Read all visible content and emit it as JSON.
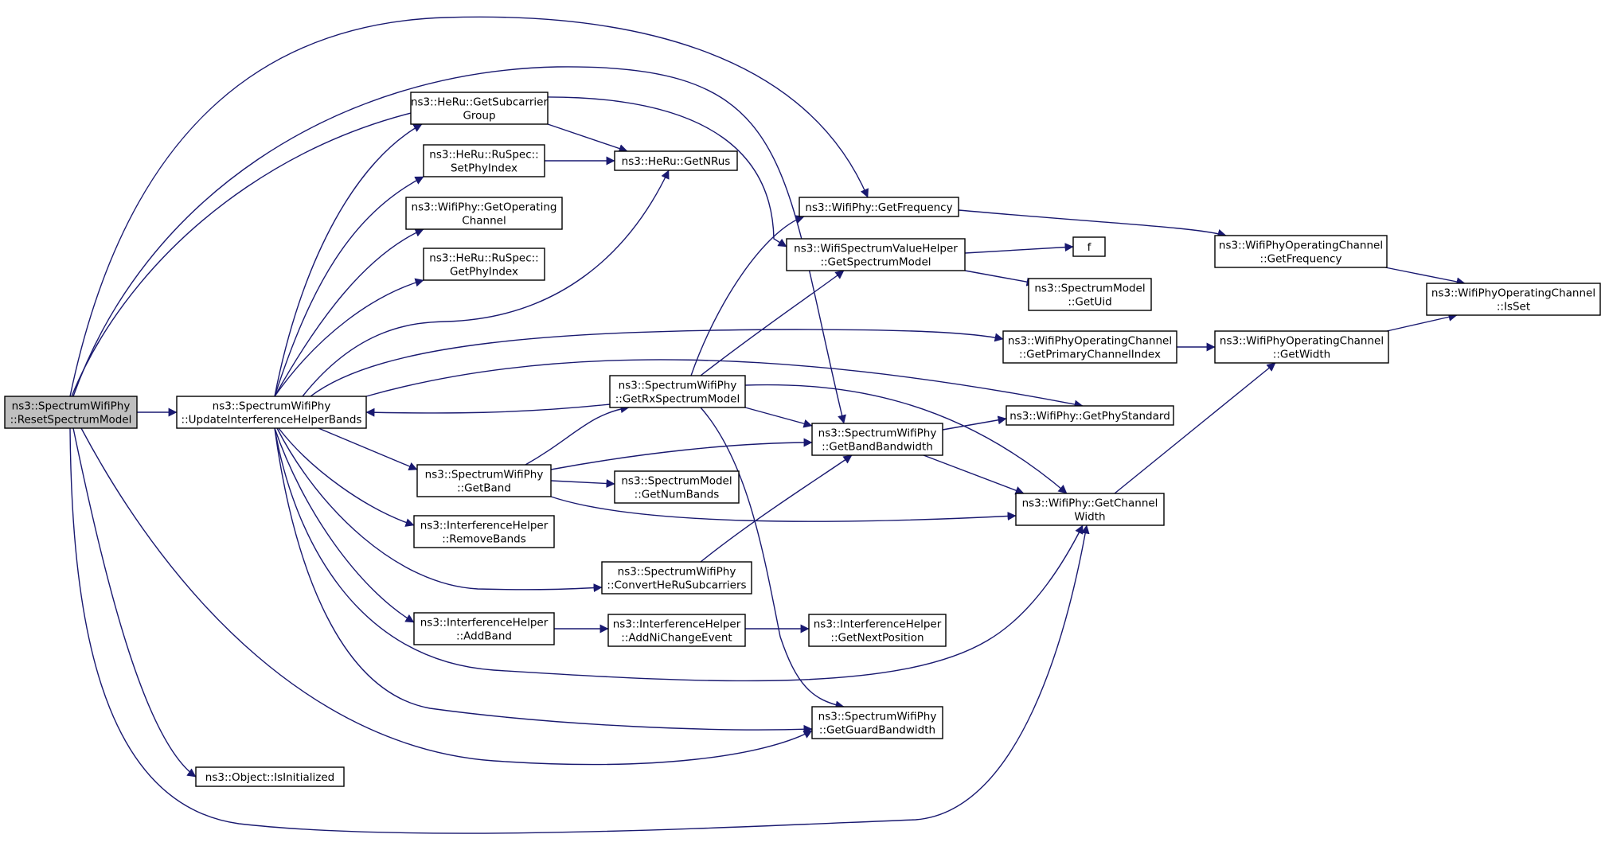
{
  "diagram": {
    "colors": {
      "edge": "#191970",
      "node_fill": "#ffffff",
      "root_fill": "#bfbfbf",
      "node_stroke": "#000000"
    },
    "nodes": [
      {
        "id": "reset",
        "lines": [
          "ns3::SpectrumWifiPhy",
          "::ResetSpectrumModel"
        ],
        "root": true
      },
      {
        "id": "update",
        "lines": [
          "ns3::SpectrumWifiPhy",
          "::UpdateInterferenceHelperBands"
        ]
      },
      {
        "id": "getsubcarrier",
        "lines": [
          "ns3::HeRu::GetSubcarrier",
          "Group"
        ]
      },
      {
        "id": "setphyindex",
        "lines": [
          "ns3::HeRu::RuSpec::",
          "SetPhyIndex"
        ]
      },
      {
        "id": "getnrus",
        "lines": [
          "ns3::HeRu::GetNRus"
        ]
      },
      {
        "id": "getoperating",
        "lines": [
          "ns3::WifiPhy::GetOperating",
          "Channel"
        ]
      },
      {
        "id": "getphyindex",
        "lines": [
          "ns3::HeRu::RuSpec::",
          "GetPhyIndex"
        ]
      },
      {
        "id": "getfrequency",
        "lines": [
          "ns3::WifiPhy::GetFrequency"
        ]
      },
      {
        "id": "getspectrummodel",
        "lines": [
          "ns3::WifiSpectrumValueHelper",
          "::GetSpectrumModel"
        ]
      },
      {
        "id": "f",
        "lines": [
          "f"
        ]
      },
      {
        "id": "getuid",
        "lines": [
          "ns3::SpectrumModel",
          "::GetUid"
        ]
      },
      {
        "id": "opgetfrequency",
        "lines": [
          "ns3::WifiPhyOperatingChannel",
          "::GetFrequency"
        ]
      },
      {
        "id": "isset",
        "lines": [
          "ns3::WifiPhyOperatingChannel",
          "::IsSet"
        ]
      },
      {
        "id": "getprimary",
        "lines": [
          "ns3::WifiPhyOperatingChannel",
          "::GetPrimaryChannelIndex"
        ]
      },
      {
        "id": "opgetwidth",
        "lines": [
          "ns3::WifiPhyOperatingChannel",
          "::GetWidth"
        ]
      },
      {
        "id": "getrx",
        "lines": [
          "ns3::SpectrumWifiPhy",
          "::GetRxSpectrumModel"
        ]
      },
      {
        "id": "getphystandard",
        "lines": [
          "ns3::WifiPhy::GetPhyStandard"
        ]
      },
      {
        "id": "getbandbandwidth",
        "lines": [
          "ns3::SpectrumWifiPhy",
          "::GetBandBandwidth"
        ]
      },
      {
        "id": "getband",
        "lines": [
          "ns3::SpectrumWifiPhy",
          "::GetBand"
        ]
      },
      {
        "id": "getnumbands",
        "lines": [
          "ns3::SpectrumModel",
          "::GetNumBands"
        ]
      },
      {
        "id": "getchannelwidth",
        "lines": [
          "ns3::WifiPhy::GetChannel",
          "Width"
        ]
      },
      {
        "id": "removebands",
        "lines": [
          "ns3::InterferenceHelper",
          "::RemoveBands"
        ]
      },
      {
        "id": "convert",
        "lines": [
          "ns3::SpectrumWifiPhy",
          "::ConvertHeRuSubcarriers"
        ]
      },
      {
        "id": "addband",
        "lines": [
          "ns3::InterferenceHelper",
          "::AddBand"
        ]
      },
      {
        "id": "addni",
        "lines": [
          "ns3::InterferenceHelper",
          "::AddNiChangeEvent"
        ]
      },
      {
        "id": "getnextposition",
        "lines": [
          "ns3::InterferenceHelper",
          "::GetNextPosition"
        ]
      },
      {
        "id": "getguard",
        "lines": [
          "ns3::SpectrumWifiPhy",
          "::GetGuardBandwidth"
        ]
      },
      {
        "id": "isinitialized",
        "lines": [
          "ns3::Object::IsInitialized"
        ]
      }
    ],
    "edges": [
      [
        "reset",
        "update"
      ],
      [
        "reset",
        "getfrequency"
      ],
      [
        "reset",
        "getspectrummodel"
      ],
      [
        "reset",
        "getbandbandwidth"
      ],
      [
        "reset",
        "getguard"
      ],
      [
        "reset",
        "isinitialized"
      ],
      [
        "reset",
        "getchannelwidth"
      ],
      [
        "update",
        "getsubcarrier"
      ],
      [
        "update",
        "setphyindex"
      ],
      [
        "update",
        "getoperating"
      ],
      [
        "update",
        "getphyindex"
      ],
      [
        "update",
        "getnrus"
      ],
      [
        "update",
        "getprimary"
      ],
      [
        "update",
        "getphystandard"
      ],
      [
        "update",
        "getband"
      ],
      [
        "update",
        "removebands"
      ],
      [
        "update",
        "convert"
      ],
      [
        "update",
        "addband"
      ],
      [
        "update",
        "getchannelwidth"
      ],
      [
        "update",
        "getguard"
      ],
      [
        "getsubcarrier",
        "getnrus"
      ],
      [
        "setphyindex",
        "getnrus"
      ],
      [
        "getfrequency",
        "opgetfrequency"
      ],
      [
        "opgetfrequency",
        "isset"
      ],
      [
        "getspectrummodel",
        "f"
      ],
      [
        "getspectrummodel",
        "getuid"
      ],
      [
        "getprimary",
        "opgetwidth"
      ],
      [
        "opgetwidth",
        "isset"
      ],
      [
        "getrx",
        "update"
      ],
      [
        "getrx",
        "getfrequency"
      ],
      [
        "getrx",
        "getspectrummodel"
      ],
      [
        "getrx",
        "getbandbandwidth"
      ],
      [
        "getrx",
        "getchannelwidth"
      ],
      [
        "getrx",
        "getguard"
      ],
      [
        "getbandbandwidth",
        "getphystandard"
      ],
      [
        "getbandbandwidth",
        "getchannelwidth"
      ],
      [
        "getchannelwidth",
        "opgetwidth"
      ],
      [
        "getband",
        "getrx"
      ],
      [
        "getband",
        "getbandbandwidth"
      ],
      [
        "getband",
        "getnumbands"
      ],
      [
        "getband",
        "getchannelwidth"
      ],
      [
        "convert",
        "getbandbandwidth"
      ],
      [
        "addband",
        "addni"
      ],
      [
        "addni",
        "getnextposition"
      ]
    ]
  }
}
